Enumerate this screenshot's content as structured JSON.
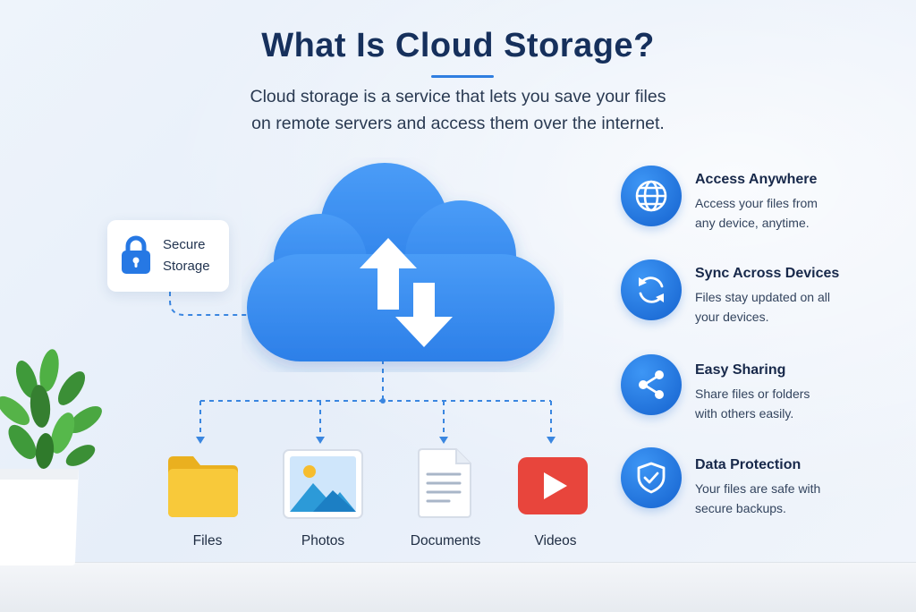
{
  "header": {
    "title": "What Is Cloud Storage?",
    "subtitle_line1": "Cloud storage is a service that lets you save your files",
    "subtitle_line2": "on remote servers and access them over the internet."
  },
  "secure_card": {
    "line1": "Secure",
    "line2": "Storage",
    "icon": "lock-icon"
  },
  "cloud": {
    "icon": "upload-download-arrows-icon"
  },
  "file_types": [
    {
      "label": "Files",
      "icon": "folder-icon"
    },
    {
      "label": "Photos",
      "icon": "image-icon"
    },
    {
      "label": "Documents",
      "icon": "document-icon"
    },
    {
      "label": "Videos",
      "icon": "video-play-icon"
    }
  ],
  "features": [
    {
      "title": "Access Anywhere",
      "desc1": "Access your files from",
      "desc2": "any device, anytime.",
      "icon": "globe-icon"
    },
    {
      "title": "Sync Across Devices",
      "desc1": "Files stay updated on all",
      "desc2": "your devices.",
      "icon": "sync-icon"
    },
    {
      "title": "Easy Sharing",
      "desc1": "Share files or folders",
      "desc2": "with others easily.",
      "icon": "share-icon"
    },
    {
      "title": "Data Protection",
      "desc1": "Your files are safe with",
      "desc2": "secure backups.",
      "icon": "shield-check-icon"
    }
  ],
  "colors": {
    "accent": "#2f7ee0",
    "title": "#16305c",
    "cloud": "#3a8cf0",
    "folder": "#f7c22f",
    "video": "#e8453c"
  }
}
